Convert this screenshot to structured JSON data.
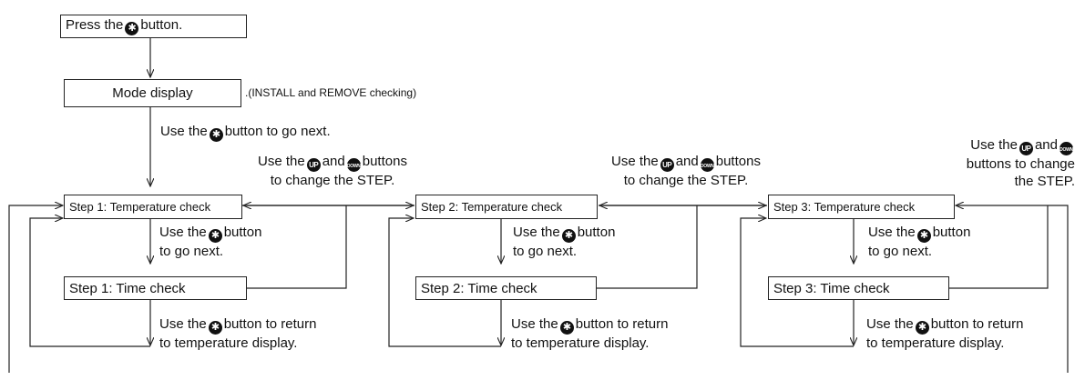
{
  "start_box": {
    "pre": "Press the",
    "post": "button."
  },
  "mode_box": {
    "label": "Mode display"
  },
  "mode_note": ".(INSTALL and REMOVE checking)",
  "go_next_long": {
    "pre": "Use the",
    "post": "button to go next."
  },
  "change_step": {
    "pre": "Use the",
    "and": "and",
    "post": "buttons",
    "line2": "to change the STEP."
  },
  "change_step_3": {
    "pre": "Use the",
    "and": "and",
    "line2": "buttons to change",
    "line3": "the STEP."
  },
  "steps": [
    {
      "temp": "Step 1: Temperature check",
      "time": "Step 1: Time check"
    },
    {
      "temp": "Step 2: Temperature check",
      "time": "Step 2: Time check"
    },
    {
      "temp": "Step 3: Temperature check",
      "time": "Step 3: Time check"
    }
  ],
  "go_next_short": {
    "pre": "Use the",
    "post": "button",
    "line2": "to go next."
  },
  "return_note": {
    "pre": "Use the",
    "post": "button to return",
    "line2": "to temperature display."
  },
  "icons": [
    "set-button-icon",
    "up-button-icon",
    "down-button-icon"
  ],
  "colors": {
    "line": "#222222",
    "icon": "#111111"
  }
}
